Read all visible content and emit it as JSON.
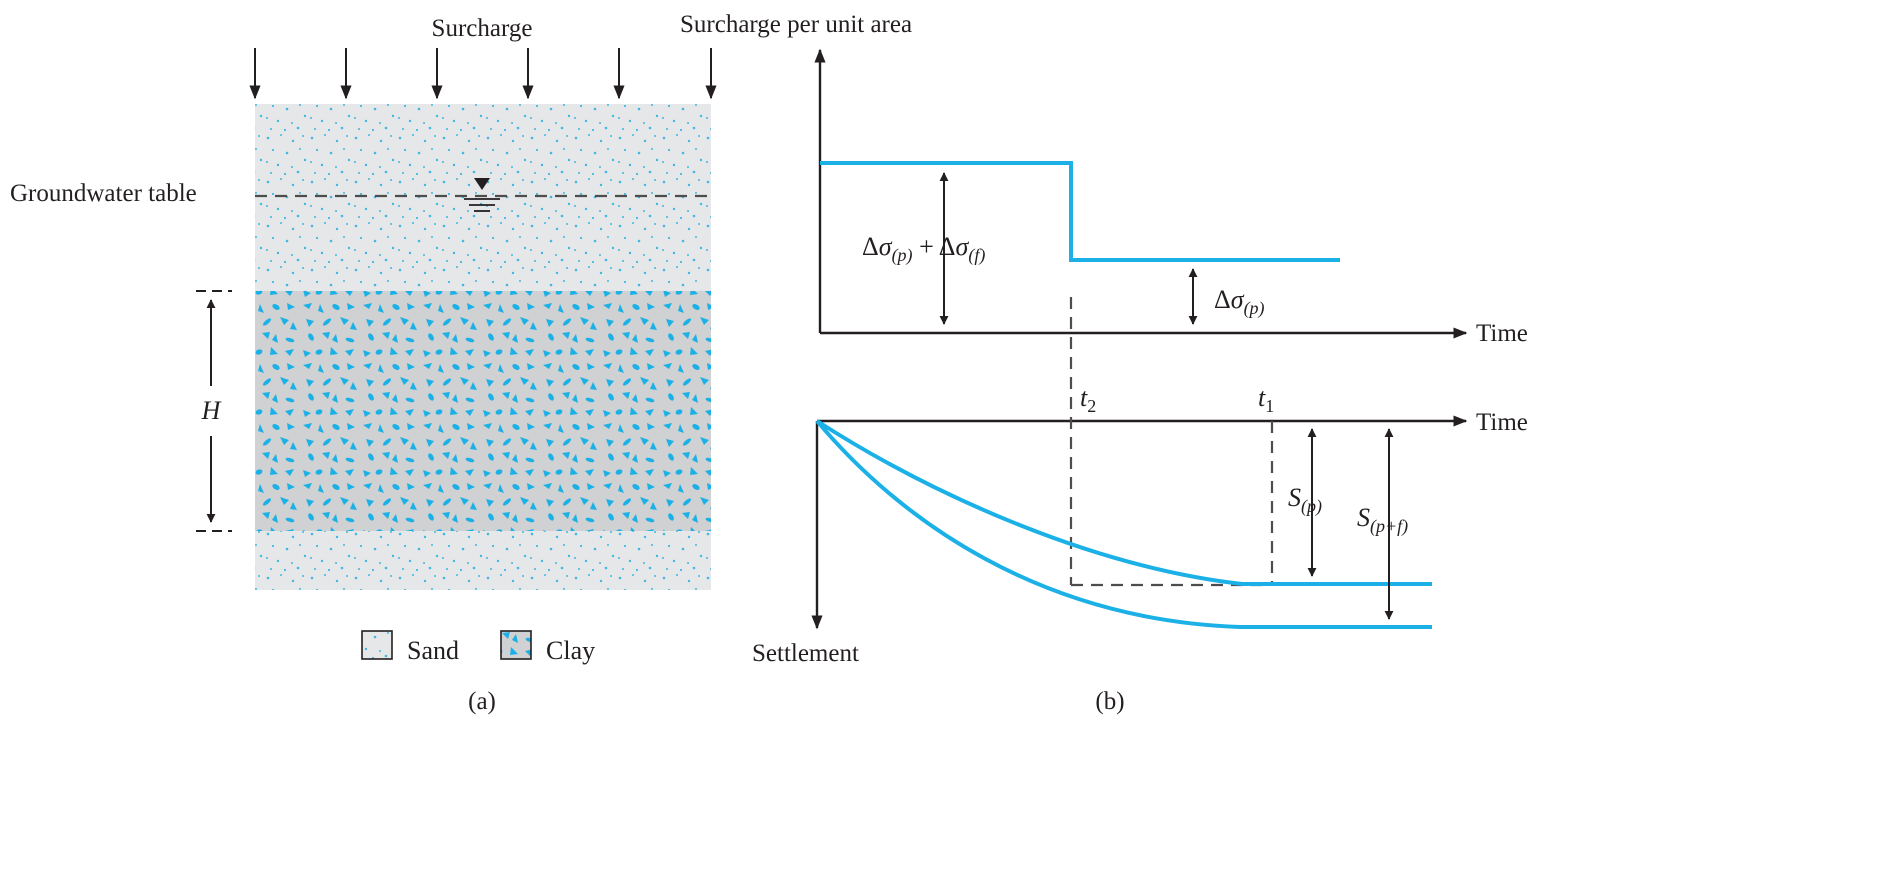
{
  "panel_a": {
    "surcharge_label": "Surcharge",
    "groundwater_label": "Groundwater table",
    "thickness_label": "H",
    "legend": {
      "sand_label": "Sand",
      "clay_label": "Clay"
    },
    "caption": "(a)",
    "colors": {
      "sand_fill": "#e6e7e8",
      "clay_fill": "#cfd1d3",
      "accent": "#1bb1e6"
    }
  },
  "panel_b": {
    "load_axis_label": "Surcharge per unit area",
    "time_label_top": "Time",
    "time_label_bottom": "Time",
    "settlement_label": "Settlement",
    "total_load_label": "Δσ(p) + Δσ(f)",
    "permanent_load_label": "Δσ(p)",
    "t1_label": "t1",
    "t2_label": "t2",
    "s_p_label": "S(p)",
    "s_pf_label": "S(p+f)",
    "caption": "(b)"
  }
}
